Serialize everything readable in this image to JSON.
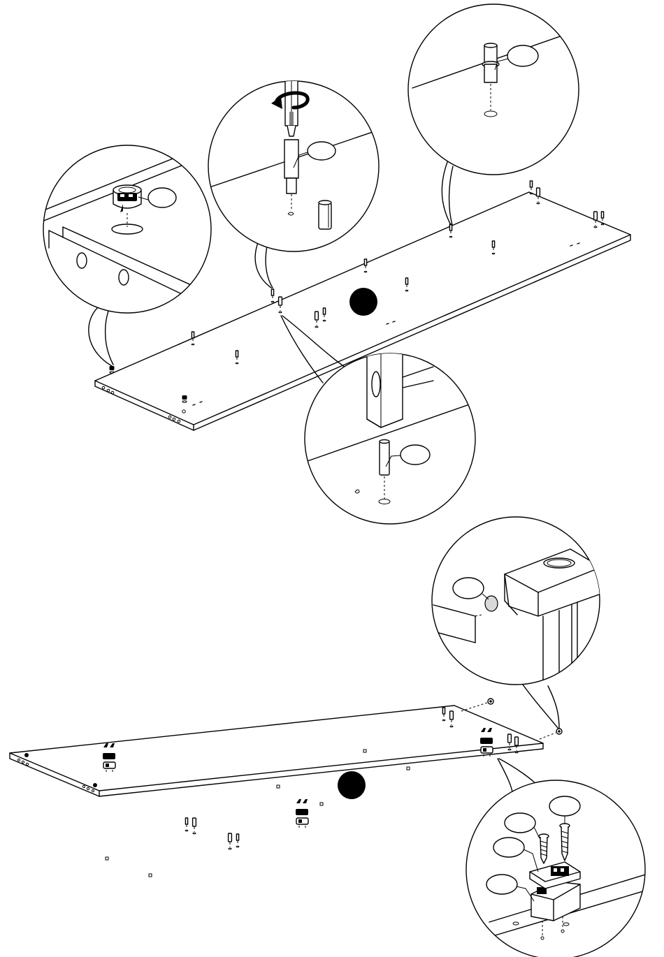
{
  "figure": {
    "step_badges": [
      {
        "id": "step-badge-upper",
        "label": ""
      },
      {
        "id": "step-badge-lower",
        "label": ""
      }
    ],
    "callout_labels": [
      {
        "id": "callout-cam-lock",
        "label": ""
      },
      {
        "id": "callout-cam-bolt",
        "label": ""
      },
      {
        "id": "callout-dowel-top",
        "label": ""
      },
      {
        "id": "callout-wood-dowel",
        "label": ""
      },
      {
        "id": "callout-shelf-pin",
        "label": ""
      },
      {
        "id": "callout-short-screw",
        "label": ""
      },
      {
        "id": "callout-long-screw",
        "label": ""
      },
      {
        "id": "callout-hinge-plate",
        "label": ""
      },
      {
        "id": "callout-base-block",
        "label": ""
      }
    ],
    "icons": [
      "screwdriver-icon",
      "rotate-arrow-icon",
      "hammer-icon",
      "cam-lock-icon",
      "hinge-plate-icon"
    ]
  }
}
